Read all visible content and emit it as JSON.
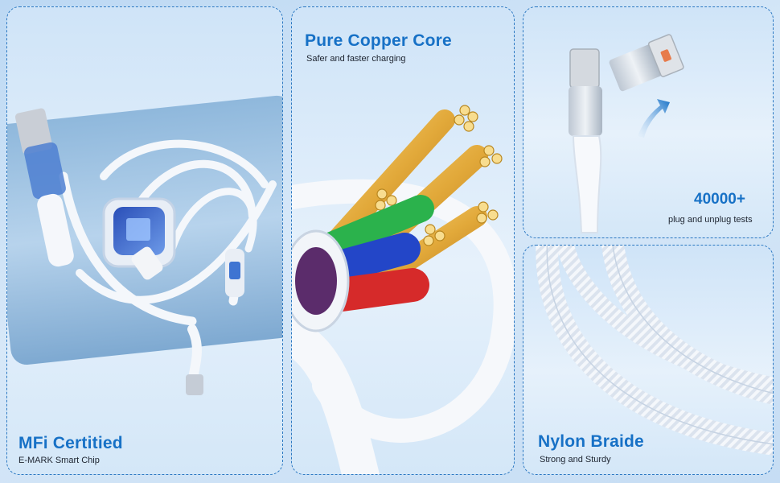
{
  "panels": {
    "mfi": {
      "title": "MFi Certitied",
      "subtitle": "E-MARK Smart Chip"
    },
    "copper": {
      "title": "Pure Copper Core",
      "subtitle": "Safer and faster charging"
    },
    "plug": {
      "count": "40000+",
      "subtitle": "plug and unplug tests"
    },
    "nylon": {
      "title": "Nylon Braide",
      "subtitle": "Strong and Sturdy"
    }
  },
  "colors": {
    "accent": "#1771c6",
    "border": "#2b78c2",
    "copper": "#e2a93a",
    "wire_green": "#2bb24c",
    "wire_blue": "#2346c8",
    "wire_red": "#d62a2a"
  }
}
